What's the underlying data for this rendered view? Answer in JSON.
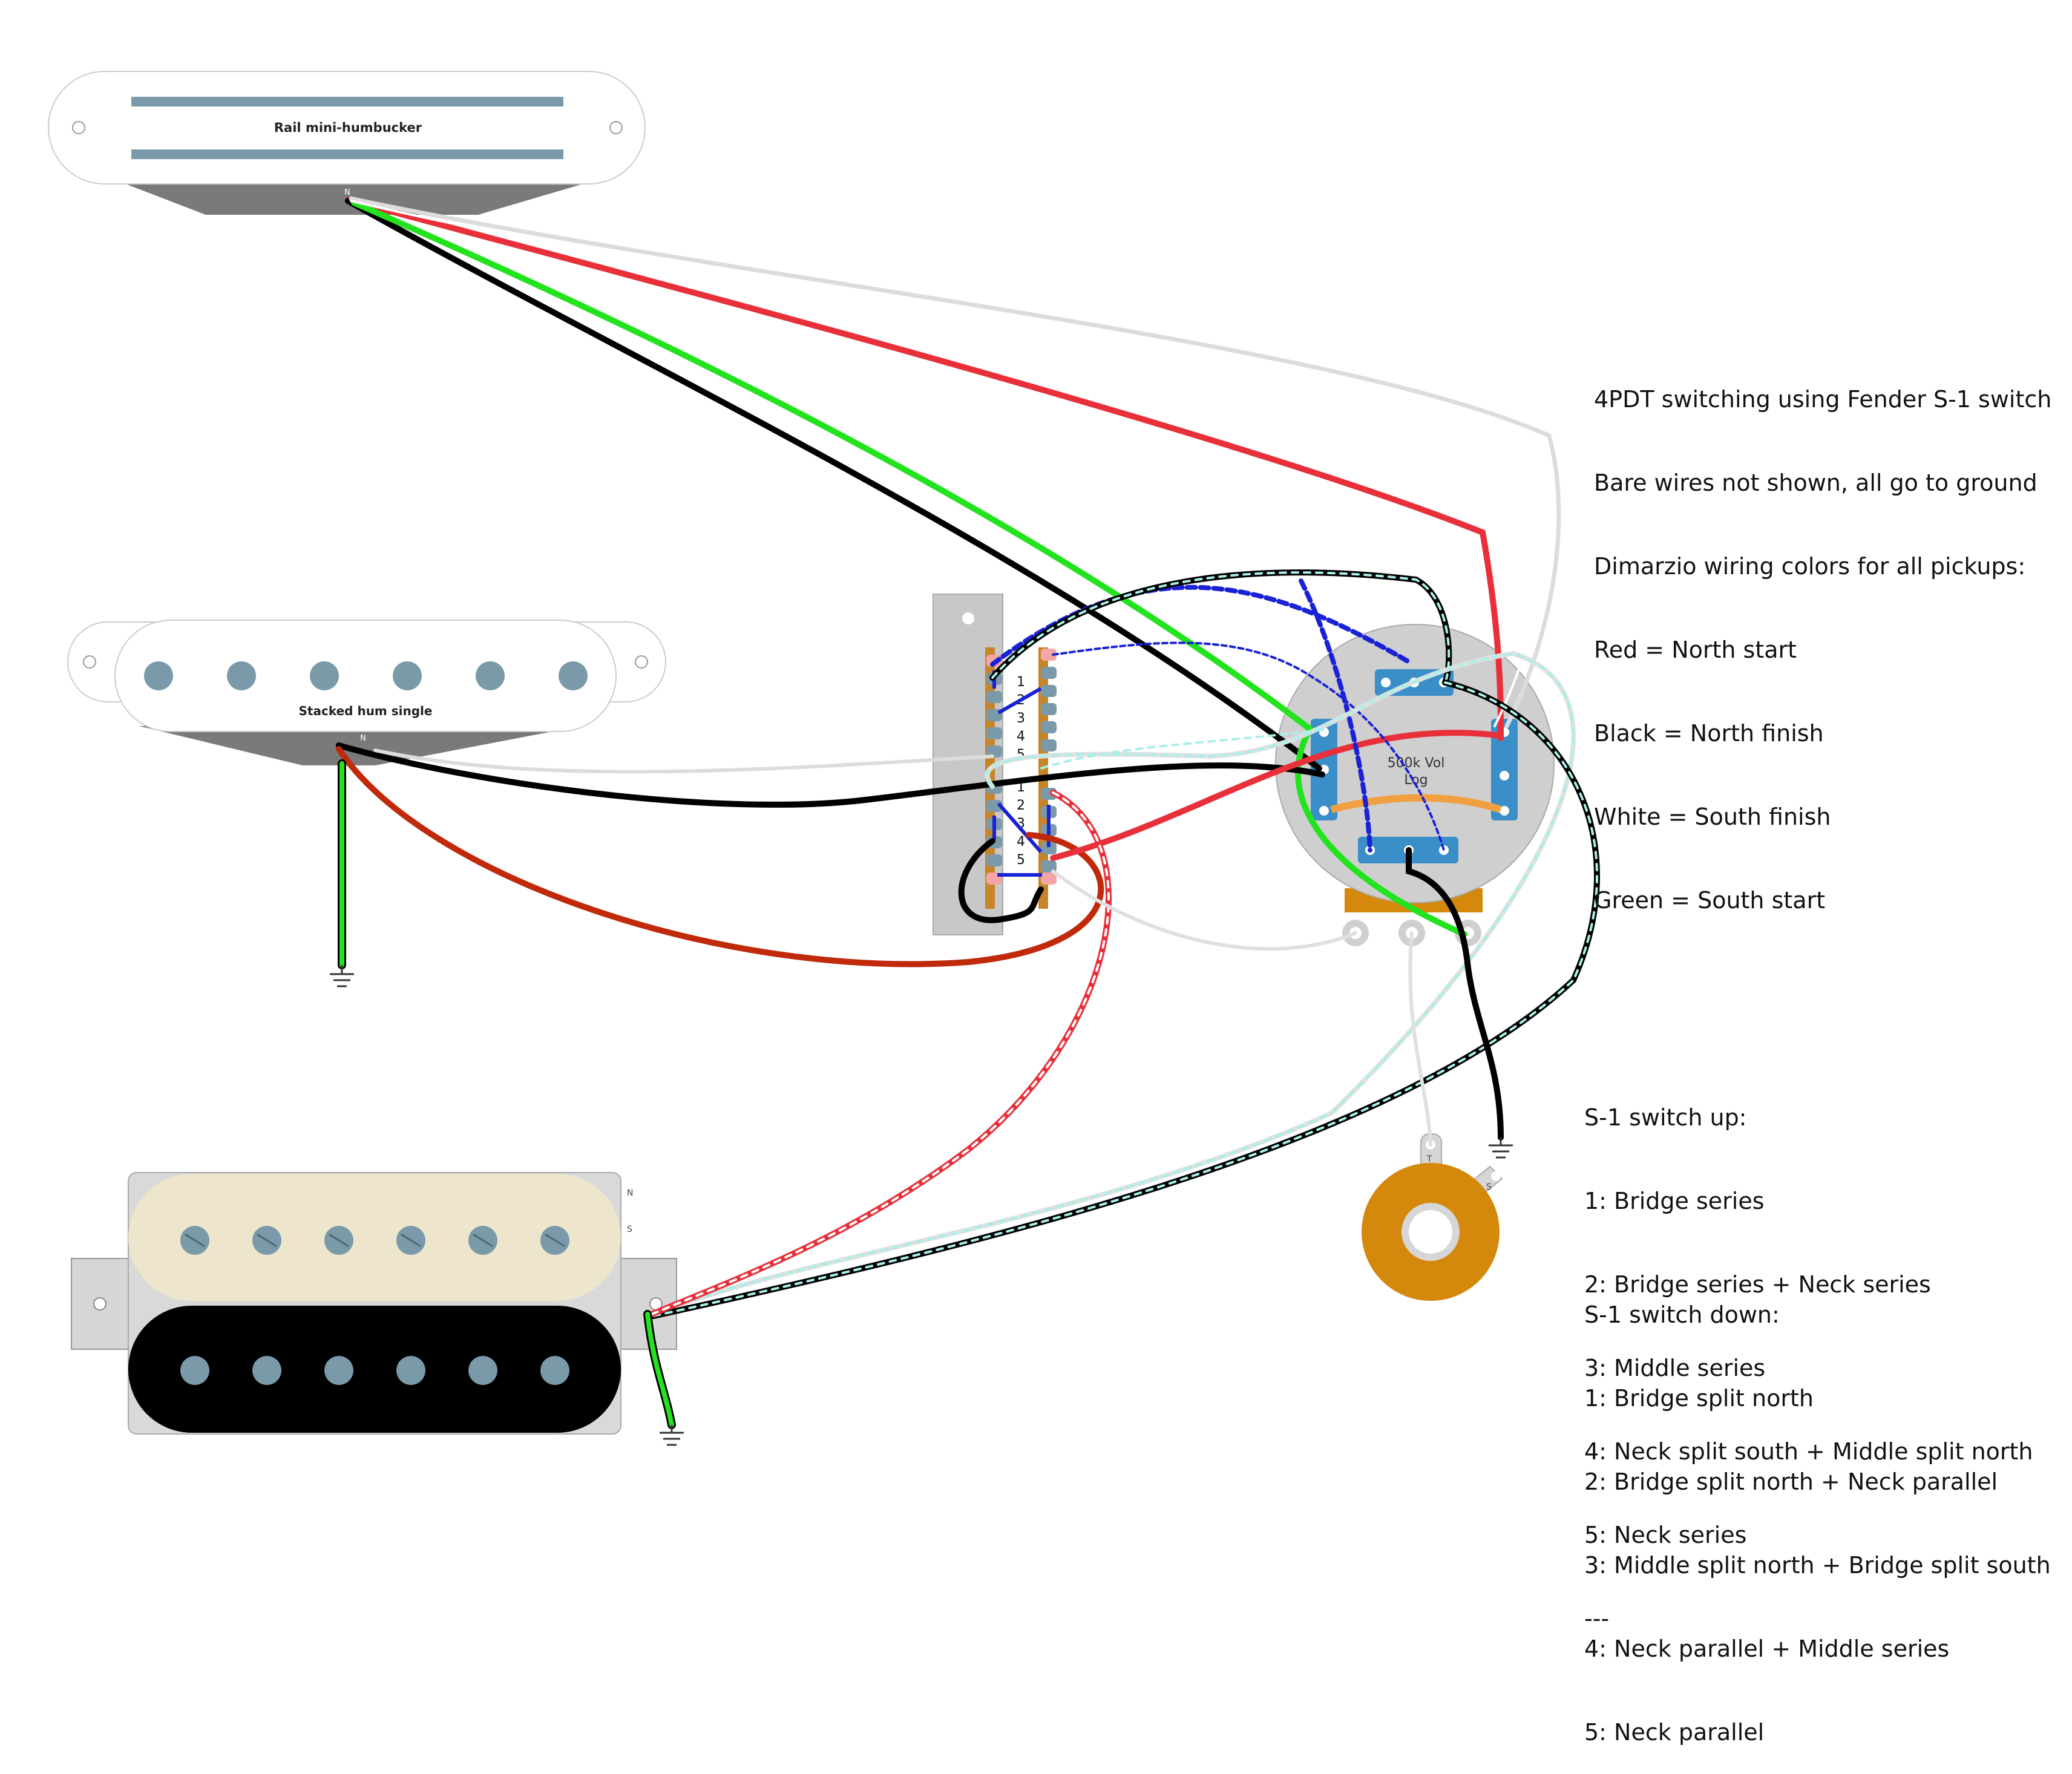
{
  "pickups": {
    "neck": {
      "label": "Rail mini-humbucker",
      "n_marker": "N"
    },
    "middle": {
      "label": "Stacked hum single",
      "n_marker": "N"
    },
    "bridge": {
      "n_marker": "N",
      "s_marker": "S"
    }
  },
  "switch": {
    "upper_numbers": [
      "1",
      "2",
      "3",
      "4",
      "5"
    ],
    "lower_numbers": [
      "1",
      "2",
      "3",
      "4",
      "5"
    ]
  },
  "pot": {
    "label_line1": "500k Vol",
    "label_line2": "Log"
  },
  "jack": {
    "tip_marker": "T",
    "sleeve_marker": "S"
  },
  "notes": [
    "4PDT switching using Fender S-1 switch",
    "Bare wires not shown, all go to ground",
    "Dimarzio wiring colors for all pickups:",
    "Red = North start",
    "Black = North finish",
    "White = South finish",
    "Green = South start"
  ],
  "switch_up": [
    "S-1 switch up:",
    "1: Bridge series",
    "2: Bridge series + Neck series",
    "3: Middle series",
    "4: Neck split south + Middle split north",
    "5: Neck series",
    "---"
  ],
  "switch_down": [
    "S-1 switch down:",
    "1: Bridge split north",
    "2: Bridge split north + Neck parallel",
    "3: Middle split north + Bridge split south",
    "4: Neck parallel + Middle series",
    "5: Neck parallel"
  ],
  "colors": {
    "red": "#e8303a",
    "black": "#000000",
    "green": "#22e31d",
    "white": "#e6e6e6",
    "blue": "#1a22d6",
    "dark_red": "#c0290a",
    "orange": "#f0a040",
    "lug_blue": "#3a8fc8",
    "pot_body": "#cfcfcf",
    "cream": "#ede6cc",
    "pole": "#7a9aaa",
    "jack_brass": "#d4880c"
  }
}
